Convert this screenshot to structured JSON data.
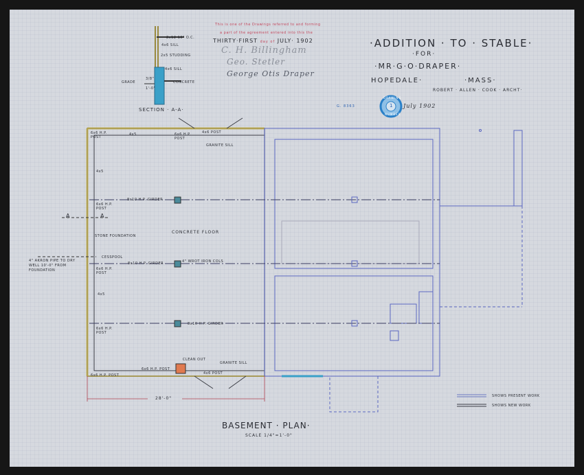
{
  "title_block": {
    "title": "·ADDITION · TO · STABLE·",
    "for": "·FOR·",
    "client": "·MR·G·O·DRAPER·",
    "town": "HOPEDALE·",
    "state": "·MASS·",
    "architect": "ROBERT · ALLEN · COOK · ARCHT·"
  },
  "agreement": {
    "line1": "This is one of the Drawings referred to and forming",
    "line2": "a part of the agreement entered into this the",
    "date_day": "THIRTY·FIRST",
    "date_of": "day of",
    "date_month_year": "JULY·  1902",
    "signatures": [
      "C. H. Billingham",
      "Geo. Stetler",
      "George Otis Draper"
    ]
  },
  "stamp": {
    "number": "G. 8363",
    "text": "DRAWING",
    "sheet": "1",
    "bottom": "NUMBER",
    "date": "July 1902"
  },
  "section": {
    "title": "SECTION · A-A·",
    "labels": [
      "2x12 16\" O.C.",
      "4x6 SILL",
      "2x5 STUDDING",
      "4x6 SILL",
      "CONCRETE",
      "GRADE",
      "3/8\"",
      "1'-0\""
    ]
  },
  "plan": {
    "title": "BASEMENT · PLAN·",
    "scale": "SCALE 1/4\"=1'-0\"",
    "dimension": "28'-0\"",
    "section_marks": [
      "A",
      "A"
    ],
    "labels": {
      "post_nw": "6x6 H.P. POST",
      "stud_top": "4x5",
      "post_top": "6x6 H.P. POST",
      "post_4x6": "4x6 POST",
      "granite_top": "GRANITE SILL",
      "stud_left": "4x5",
      "post_left1": "6x6 H.P. POST",
      "girder1": "8x10 H.P. GIRDER",
      "stone": "STONE FOUNDATION",
      "floor": "CONCRETE FLOOR",
      "cesspool": "CESSPOOL",
      "pipe": "4\" AKRON PIPE TO DRY WELL 10'-0\" FROM FOUNDATION",
      "columns": "4\" WROT IRON COLS",
      "girder2": "8x10 H.P. GIRDER",
      "post_left2": "6x6 H.P. POST",
      "stud_left2": "4x5",
      "girder3": "8x10 H.P. GIRDER",
      "post_left3": "6x6 H.P. POST",
      "clean_out": "CLEAN OUT",
      "post_chimney": "6x6 H.P. POST",
      "granite_bottom": "GRANITE SILL",
      "post_bottom": "4x6 POST",
      "post_sw": "6x6 H.P. POST"
    }
  },
  "legend": [
    {
      "label": "SHOWS PRESENT WORK",
      "color": "#6a78c0"
    },
    {
      "label": "SHOWS NEW WORK",
      "color": "#3a3c44"
    }
  ]
}
